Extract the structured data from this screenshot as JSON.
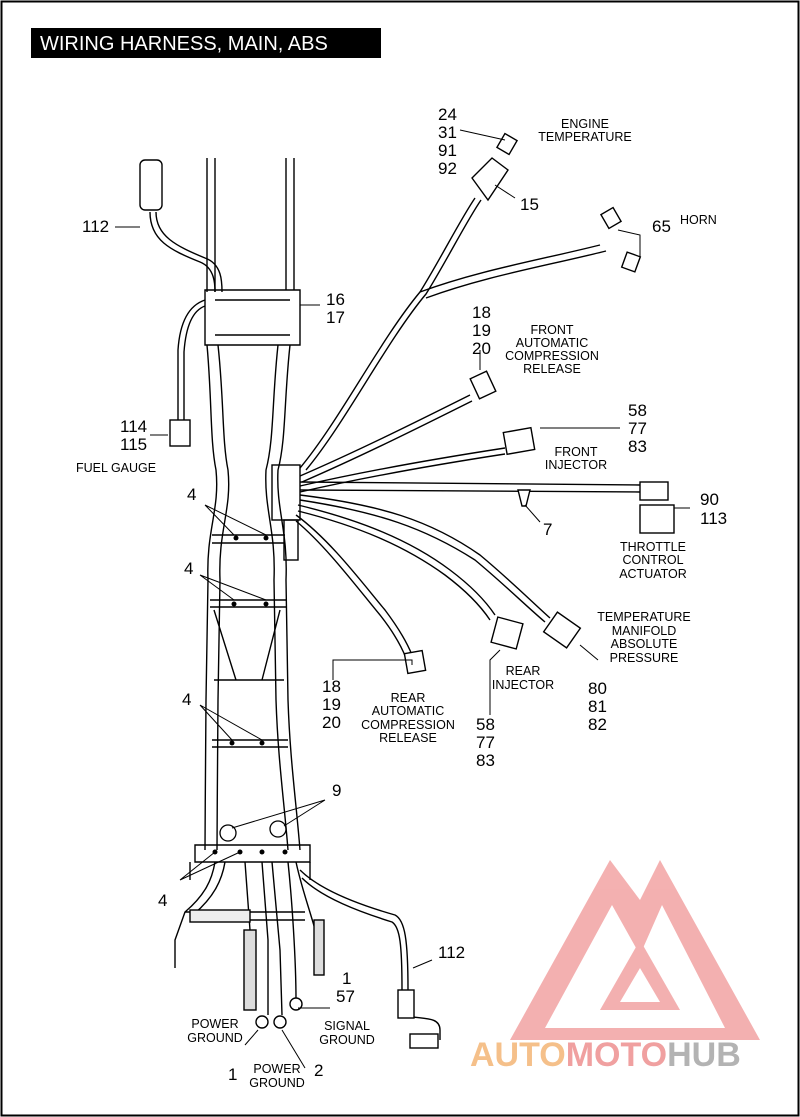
{
  "title": "WIRING HARNESS, MAIN, ABS",
  "colors": {
    "title_bg": "#000000",
    "title_fg": "#ffffff",
    "line": "#000000",
    "brand_orange": "#f5c08a",
    "brand_red": "#f0a0a0",
    "brand_gray": "#b8b8b8"
  },
  "callouts": {
    "engine_temp_nums": [
      "24",
      "31",
      "91",
      "92"
    ],
    "engine_temp_label": [
      "ENGINE",
      "TEMPERATURE"
    ],
    "n15": "15",
    "n65": "65",
    "horn_label": "HORN",
    "n112_top": "112",
    "n16": "16",
    "n17": "17",
    "front_acr_nums": [
      "18",
      "19",
      "20"
    ],
    "front_acr_label": [
      "FRONT",
      "AUTOMATIC",
      "COMPRESSION",
      "RELEASE"
    ],
    "front_inj_nums": [
      "58",
      "77",
      "83"
    ],
    "front_inj_label": [
      "FRONT",
      "INJECTOR"
    ],
    "n114": "114",
    "n115": "115",
    "fuel_gauge_label": "FUEL GAUGE",
    "n4_a": "4",
    "n4_b": "4",
    "n4_c": "4",
    "n4_d": "4",
    "n7": "7",
    "tca_nums": [
      "90",
      "113"
    ],
    "tca_label": [
      "THROTTLE",
      "CONTROL",
      "ACTUATOR"
    ],
    "tmap_label": [
      "TEMPERATURE",
      "MANIFOLD",
      "ABSOLUTE",
      "PRESSURE"
    ],
    "tmap_nums": [
      "80",
      "81",
      "82"
    ],
    "rear_inj_label": [
      "REAR",
      "INJECTOR"
    ],
    "rear_inj_nums": [
      "58",
      "77",
      "83"
    ],
    "rear_acr_nums": [
      "18",
      "19",
      "20"
    ],
    "rear_acr_label": [
      "REAR",
      "AUTOMATIC",
      "COMPRESSION",
      "RELEASE"
    ],
    "n9": "9",
    "n112_bottom": "112",
    "signal_ground_nums": [
      "1",
      "57"
    ],
    "signal_ground_label": [
      "SIGNAL",
      "GROUND"
    ],
    "power_ground_left_label": [
      "POWER",
      "GROUND"
    ],
    "n1_bottom": "1",
    "power_ground_right_label": [
      "POWER",
      "GROUND"
    ],
    "n2": "2"
  },
  "watermark": {
    "part1": "AUTO",
    "part2": "MOTO",
    "part3": "HUB"
  }
}
